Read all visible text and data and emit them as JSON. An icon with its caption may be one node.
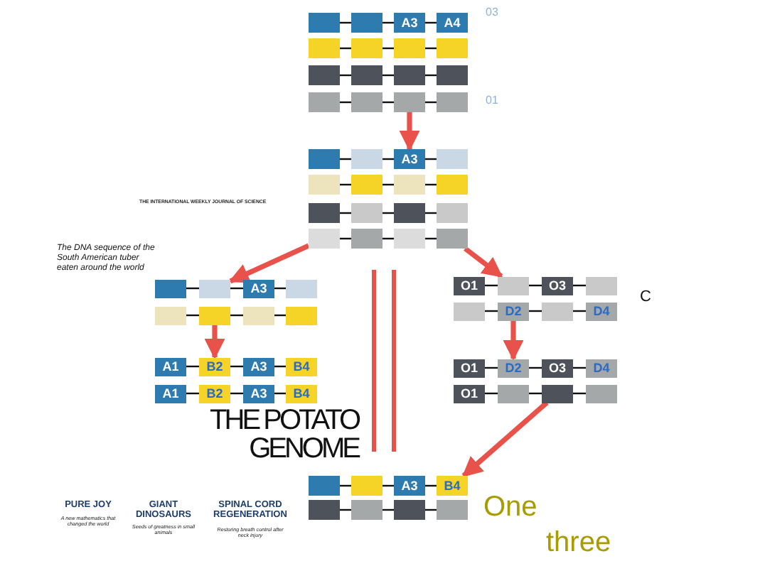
{
  "diagram": {
    "title": "THE POTATO GENOME",
    "nodes": [
      {
        "text": [],
        "shape": "box"
      },
      {
        "text": [],
        "shape": "box"
      },
      {
        "text": [
          "A3"
        ]
      },
      {
        "text": [
          "A4"
        ]
      },
      {
        "text": [],
        "shape": "box"
      },
      {
        "text": [],
        "shape": "box"
      },
      {
        "text": [],
        "shape": "box"
      },
      {
        "text": [],
        "shape": "box"
      },
      {
        "text": [],
        "shape": "box"
      },
      {
        "text": [],
        "shape": "box"
      },
      {
        "text": [],
        "shape": "box"
      },
      {
        "text": [],
        "shape": "box"
      },
      {
        "text": [],
        "shape": "box"
      },
      {
        "text": [],
        "shape": "box"
      },
      {
        "text": [],
        "shape": "box"
      },
      {
        "text": [],
        "shape": "box"
      },
      {
        "text": [],
        "shape": "box"
      },
      {
        "text": [],
        "shape": "box"
      },
      {
        "text": [
          "A3"
        ]
      },
      {
        "text": [],
        "shape": "box"
      },
      {
        "text": [],
        "shape": "box"
      },
      {
        "text": [],
        "shape": "box"
      },
      {
        "text": [],
        "shape": "box"
      },
      {
        "text": [],
        "shape": "box"
      },
      {
        "text": [],
        "shape": "box"
      },
      {
        "text": [],
        "shape": "box"
      },
      {
        "text": [],
        "shape": "box"
      },
      {
        "text": [],
        "shape": "box"
      },
      {
        "text": [],
        "shape": "box"
      },
      {
        "text": [],
        "shape": "box"
      },
      {
        "text": [],
        "shape": "box"
      },
      {
        "text": [],
        "shape": "box"
      },
      {
        "text": [],
        "shape": "box"
      },
      {
        "text": [],
        "shape": "box"
      },
      {
        "text": [
          "A3"
        ]
      },
      {
        "text": [],
        "shape": "box"
      },
      {
        "text": [],
        "shape": "box"
      },
      {
        "text": [],
        "shape": "box"
      },
      {
        "text": [],
        "shape": "box"
      },
      {
        "text": [],
        "shape": "box"
      },
      {
        "text": [
          "A1"
        ]
      },
      {
        "text": [
          "B2"
        ]
      },
      {
        "text": [
          "A3"
        ]
      },
      {
        "text": [
          "B4"
        ]
      },
      {
        "text": [
          "A1"
        ]
      },
      {
        "text": [
          "B2"
        ]
      },
      {
        "text": [
          "A3"
        ]
      },
      {
        "text": [
          "B4"
        ]
      },
      {
        "text": [
          "O1"
        ]
      },
      {
        "text": [],
        "shape": "box"
      },
      {
        "text": [
          "O3"
        ]
      },
      {
        "text": [],
        "shape": "box"
      },
      {
        "text": [],
        "shape": "box"
      },
      {
        "text": [
          "D2"
        ]
      },
      {
        "text": [],
        "shape": "box"
      },
      {
        "text": [
          "D4"
        ]
      },
      {
        "text": [
          "O1"
        ]
      },
      {
        "text": [
          "D2"
        ]
      },
      {
        "text": [
          "O3"
        ]
      },
      {
        "text": [
          "D4"
        ]
      },
      {
        "text": [
          "O1"
        ]
      },
      {
        "text": [],
        "shape": "box"
      },
      {
        "text": [],
        "shape": "box"
      },
      {
        "text": [],
        "shape": "box"
      },
      {
        "text": [],
        "shape": "box"
      },
      {
        "text": [],
        "shape": "box"
      },
      {
        "text": [
          "A3"
        ]
      },
      {
        "text": [
          "B4"
        ]
      },
      {
        "text": [],
        "shape": "box"
      },
      {
        "text": [],
        "shape": "box"
      },
      {
        "text": [],
        "shape": "box"
      },
      {
        "text": [],
        "shape": "box"
      }
    ],
    "edges": [
      {
        "from": 0,
        "to": 1,
        "arrow": "none"
      },
      {
        "from": 1,
        "to": 2,
        "arrow": "none"
      },
      {
        "from": 2,
        "to": 3,
        "arrow": "none"
      },
      {
        "from": 4,
        "to": 5,
        "arrow": "none"
      },
      {
        "from": 5,
        "to": 6,
        "arrow": "none"
      },
      {
        "from": 6,
        "to": 7,
        "arrow": "none"
      },
      {
        "from": 8,
        "to": 9,
        "arrow": "none"
      },
      {
        "from": 9,
        "to": 10,
        "arrow": "none"
      },
      {
        "from": 10,
        "to": 11,
        "arrow": "none"
      },
      {
        "from": 12,
        "to": 13,
        "arrow": "none"
      },
      {
        "from": 13,
        "to": 14,
        "arrow": "none"
      },
      {
        "from": 14,
        "to": 15,
        "arrow": "none"
      },
      {
        "from": 14,
        "to": 18,
        "arrow": "to",
        "style": "thick",
        "color": "#e8524a"
      },
      {
        "from": 16,
        "to": 17,
        "arrow": "none"
      },
      {
        "from": 17,
        "to": 18,
        "arrow": "none"
      },
      {
        "from": 18,
        "to": 19,
        "arrow": "none"
      },
      {
        "from": 20,
        "to": 21,
        "arrow": "none"
      },
      {
        "from": 21,
        "to": 22,
        "arrow": "none"
      },
      {
        "from": 22,
        "to": 23,
        "arrow": "none"
      },
      {
        "from": 24,
        "to": 25,
        "arrow": "none"
      },
      {
        "from": 25,
        "to": 26,
        "arrow": "none"
      },
      {
        "from": 26,
        "to": 27,
        "arrow": "none"
      },
      {
        "from": 28,
        "to": 29,
        "arrow": "none"
      },
      {
        "from": 29,
        "to": 30,
        "arrow": "none"
      },
      {
        "from": 30,
        "to": 31,
        "arrow": "none"
      },
      {
        "from": 28,
        "to": 33,
        "arrow": "to",
        "style": "thick",
        "color": "#e8524a"
      },
      {
        "from": 31,
        "to": 49,
        "arrow": "to",
        "style": "thick",
        "color": "#e8524a"
      },
      {
        "from": 32,
        "to": 33,
        "arrow": "none"
      },
      {
        "from": 33,
        "to": 34,
        "arrow": "none"
      },
      {
        "from": 34,
        "to": 35,
        "arrow": "none"
      },
      {
        "from": 36,
        "to": 37,
        "arrow": "none"
      },
      {
        "from": 37,
        "to": 38,
        "arrow": "none"
      },
      {
        "from": 38,
        "to": 39,
        "arrow": "none"
      },
      {
        "from": 37,
        "to": 41,
        "arrow": "to",
        "style": "thick",
        "color": "#e8524a"
      },
      {
        "from": 40,
        "to": 41,
        "arrow": "none"
      },
      {
        "from": 41,
        "to": 42,
        "arrow": "none"
      },
      {
        "from": 42,
        "to": 43,
        "arrow": "none"
      },
      {
        "from": 44,
        "to": 45,
        "arrow": "none"
      },
      {
        "from": 45,
        "to": 46,
        "arrow": "none"
      },
      {
        "from": 46,
        "to": 47,
        "arrow": "none"
      },
      {
        "from": 48,
        "to": 49,
        "arrow": "none"
      },
      {
        "from": 49,
        "to": 50,
        "arrow": "none"
      },
      {
        "from": 50,
        "to": 51,
        "arrow": "none"
      },
      {
        "from": 52,
        "to": 53,
        "arrow": "none"
      },
      {
        "from": 53,
        "to": 54,
        "arrow": "none"
      },
      {
        "from": 54,
        "to": 55,
        "arrow": "none"
      },
      {
        "from": 53,
        "to": 57,
        "arrow": "to",
        "style": "thick",
        "color": "#e8524a"
      },
      {
        "from": 56,
        "to": 57,
        "arrow": "none"
      },
      {
        "from": 57,
        "to": 58,
        "arrow": "none"
      },
      {
        "from": 58,
        "to": 59,
        "arrow": "none"
      },
      {
        "from": 60,
        "to": 61,
        "arrow": "none"
      },
      {
        "from": 61,
        "to": 62,
        "arrow": "none"
      },
      {
        "from": 62,
        "to": 63,
        "arrow": "none"
      },
      {
        "from": 62,
        "to": 67,
        "arrow": "to",
        "style": "thick",
        "color": "#e8524a"
      },
      {
        "from": 64,
        "to": 65,
        "arrow": "none"
      },
      {
        "from": 65,
        "to": 66,
        "arrow": "none"
      },
      {
        "from": 66,
        "to": 67,
        "arrow": "none"
      },
      {
        "from": 68,
        "to": 69,
        "arrow": "none"
      },
      {
        "from": 69,
        "to": 70,
        "arrow": "none"
      },
      {
        "from": 70,
        "to": 71,
        "arrow": "none"
      }
    ],
    "labels": [
      "03",
      "01",
      "THE INTERNATIONAL WEEKLY JOURNAL OF SCIENCE",
      "The DNA sequence of the South American tuber eaten around the world",
      "C",
      "PURE JOY",
      "A new mathematics that changed the world",
      "GIANT DINOSAURS",
      "Seeds of greatness in small animals",
      "SPINAL CORD REGENERATION",
      "Restoring breath control after neck injury",
      "One",
      "three"
    ]
  }
}
